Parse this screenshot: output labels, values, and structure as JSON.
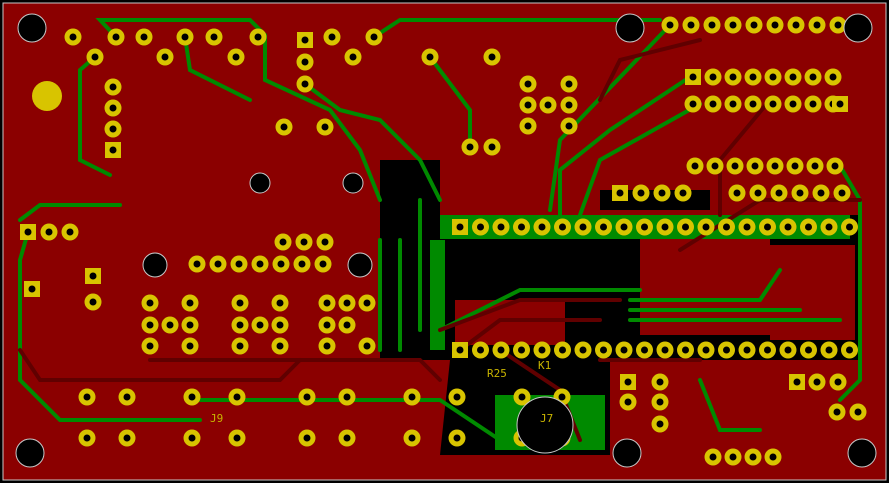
{
  "colors": {
    "copper_top": "#8b0000",
    "copper_bottom": "#008a00",
    "pad": "#d8c400",
    "board_edge": "#c8c8c8",
    "background": "#000000"
  },
  "silkscreen_labels": [
    "K1",
    "J7",
    "J9",
    "R25"
  ]
}
